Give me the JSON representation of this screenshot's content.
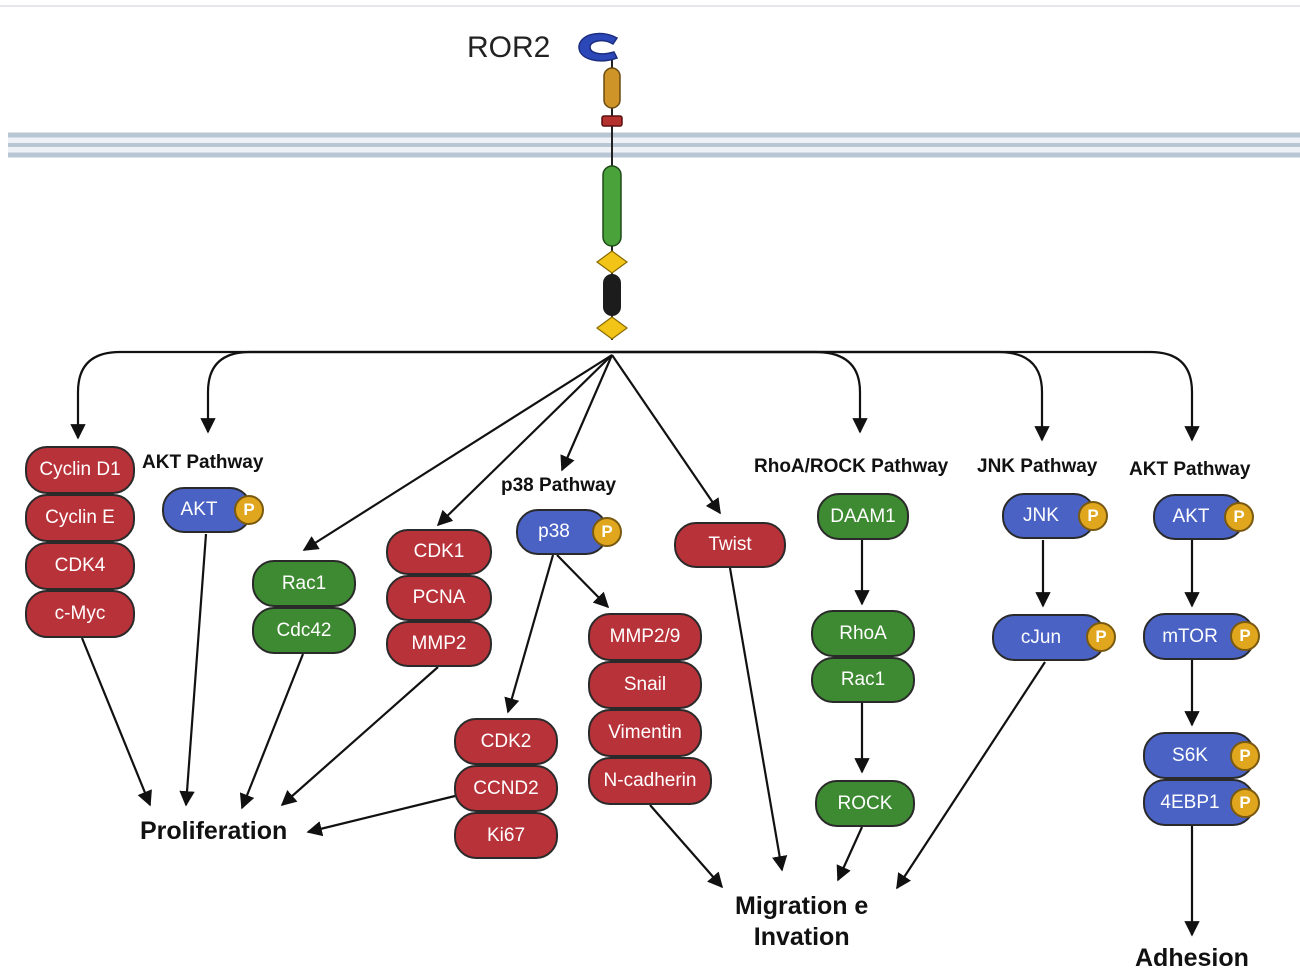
{
  "receptor": "ROR2",
  "colors": {
    "red": "#b8323a",
    "green": "#3e8a32",
    "blue": "#4a62c4",
    "phospho": "#e0a61e",
    "membrane": "#b9c6d4",
    "arrow": "#111111"
  },
  "pathway_labels": {
    "akt_left": "AKT Pathway",
    "p38": "p38 Pathway",
    "rhoa_rock": "RhoA/ROCK Pathway",
    "jnk": "JNK Pathway",
    "akt_right": "AKT Pathway"
  },
  "nodes": {
    "cyclin_d1": "Cyclin D1",
    "cyclin_e": "Cyclin E",
    "cdk4": "CDK4",
    "c_myc": "c-Myc",
    "akt_left": "AKT",
    "rac1_left": "Rac1",
    "cdc42": "Cdc42",
    "cdk1": "CDK1",
    "pcna": "PCNA",
    "mmp2": "MMP2",
    "p38": "p38",
    "cdk2": "CDK2",
    "ccnd2": "CCND2",
    "ki67": "Ki67",
    "mmp2_9": "MMP2/9",
    "snail": "Snail",
    "vimentin": "Vimentin",
    "n_cadherin": "N-cadherin",
    "twist": "Twist",
    "daam1": "DAAM1",
    "rhoa": "RhoA",
    "rac1_right": "Rac1",
    "rock": "ROCK",
    "jnk": "JNK",
    "cjun": "cJun",
    "akt_right": "AKT",
    "mtor": "mTOR",
    "s6k": "S6K",
    "4ebp1": "4EBP1"
  },
  "phospho_label": "P",
  "outcomes": {
    "proliferation": "Proliferation",
    "migration_line1": "Migration e",
    "migration_line2": "Invation",
    "adhesion": "Adhesion"
  }
}
